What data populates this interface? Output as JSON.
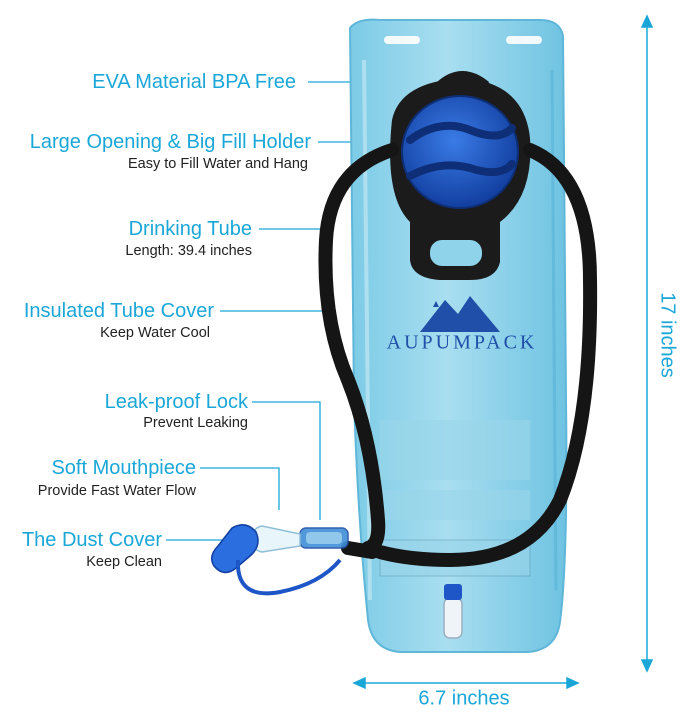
{
  "features": [
    {
      "title": "EVA Material  BPA Free",
      "subtitle": ""
    },
    {
      "title": "Large Opening & Big Fill Holder",
      "subtitle": "Easy to Fill Water and Hang"
    },
    {
      "title": "Drinking Tube",
      "subtitle": "Length: 39.4 inches"
    },
    {
      "title": "Insulated Tube Cover",
      "subtitle": "Keep Water Cool"
    },
    {
      "title": "Leak-proof Lock",
      "subtitle": "Prevent Leaking"
    },
    {
      "title": "Soft Mouthpiece",
      "subtitle": "Provide Fast Water Flow"
    },
    {
      "title": "The Dust Cover",
      "subtitle": "Keep Clean"
    }
  ],
  "dimensions": {
    "height_label": "17 inches",
    "width_label": "6.7 inches"
  },
  "brand": {
    "name": "AUPUMPACK"
  },
  "colors": {
    "accent": "#1aa7d8",
    "bladder": "#8fd3ea",
    "cap": "#1e56c8",
    "tube": "#151515",
    "brand": "#1f4fa8"
  }
}
